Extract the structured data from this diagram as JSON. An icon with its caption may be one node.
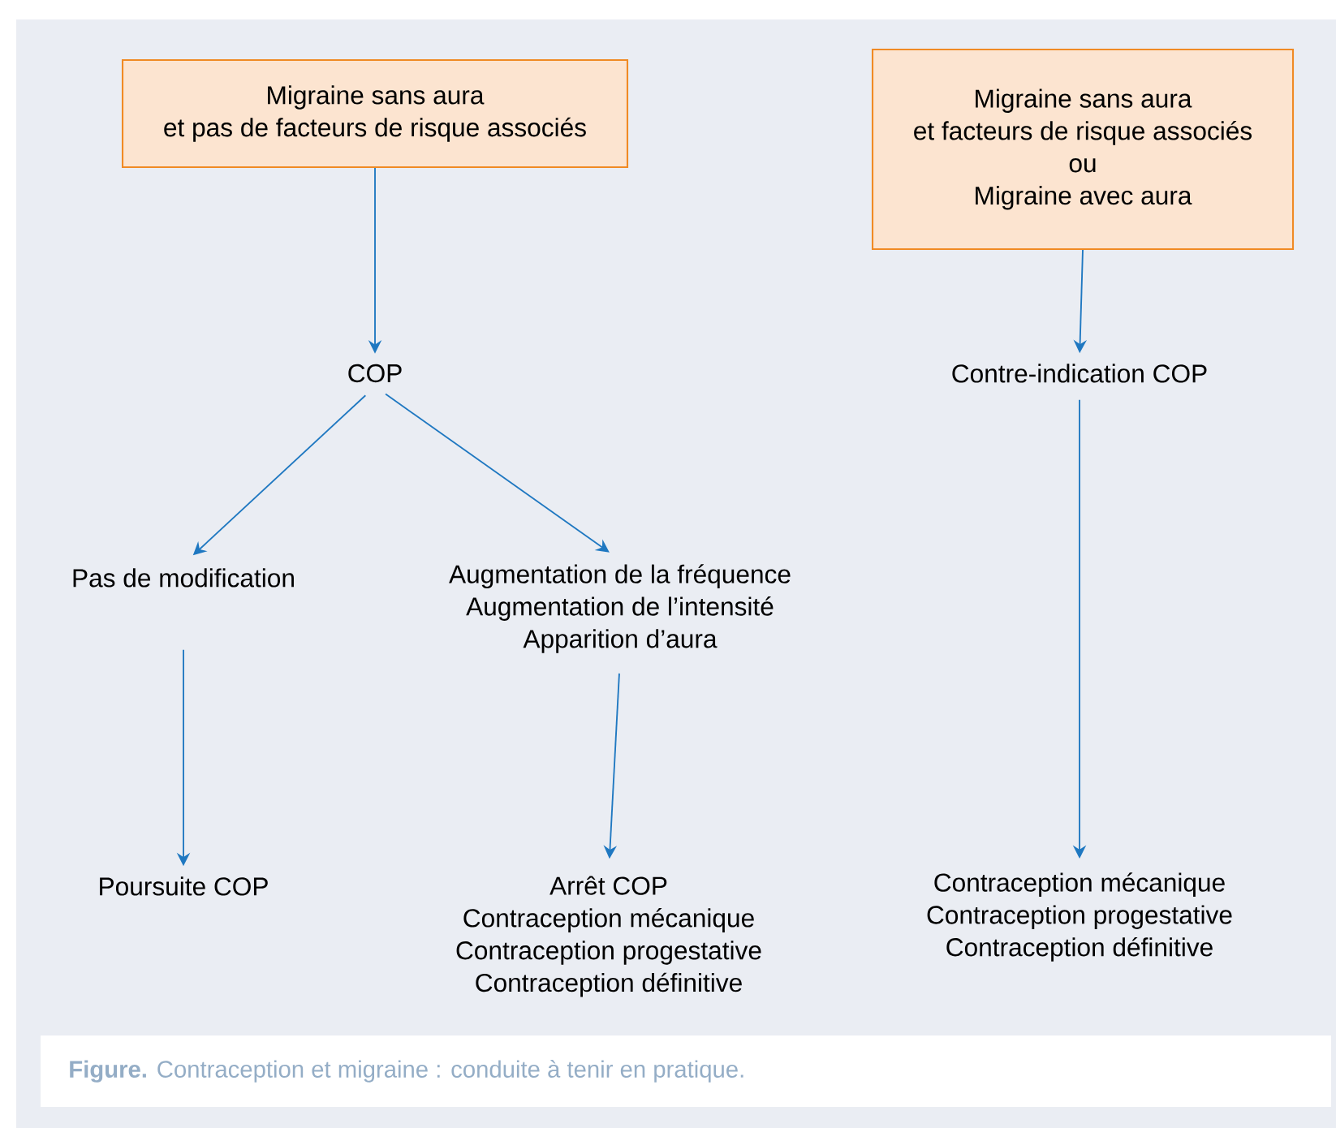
{
  "diagram": {
    "caption": "**Figure.** Contraception et migraine : conduite à tenir en pratique.",
    "nodes": [
      {
        "text": [
          "Migraine sans aura",
          "et pas de facteurs de risque associés"
        ]
      },
      {
        "text": [
          "Migraine sans aura",
          "et facteurs de risque associés",
          "ou",
          "Migraine avec aura"
        ]
      },
      {
        "text": [
          "COP"
        ]
      },
      {
        "text": [
          "Contre-indication COP"
        ]
      },
      {
        "text": [
          "Pas de modification"
        ]
      },
      {
        "text": [
          "Augmentation de la fréquence",
          "Augmentation de l’intensité",
          "Apparition d’aura"
        ]
      },
      {
        "text": [
          "Poursuite COP"
        ]
      },
      {
        "text": [
          "Arrêt COP",
          "Contraception mécanique",
          "Contraception progestative",
          "Contraception définitive"
        ]
      },
      {
        "text": [
          "Contraception mécanique",
          "Contraception progestative",
          "Contraception définitive"
        ]
      }
    ],
    "edges": [
      {
        "from": 0,
        "to": 2,
        "arrow": "to"
      },
      {
        "from": 2,
        "to": 4,
        "arrow": "to"
      },
      {
        "from": 2,
        "to": 5,
        "arrow": "to"
      },
      {
        "from": 4,
        "to": 6,
        "arrow": "to"
      },
      {
        "from": 5,
        "to": 7,
        "arrow": "to"
      },
      {
        "from": 1,
        "to": 3,
        "arrow": "to"
      },
      {
        "from": 3,
        "to": 8,
        "arrow": "to"
      }
    ]
  }
}
